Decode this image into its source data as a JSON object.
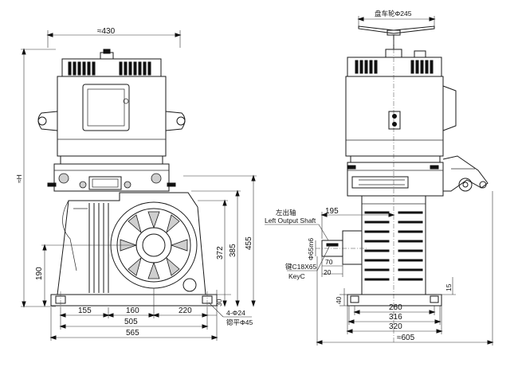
{
  "labels": {
    "top_width": "≈430",
    "height": "≈H",
    "h455": "455",
    "h385": "385",
    "h372": "372",
    "h190": "190",
    "h30": "30",
    "w155": "155",
    "w160": "160",
    "w220": "220",
    "w505": "505",
    "w565": "565",
    "bolt": "4-Φ24",
    "pad": "锪平Φ45",
    "handwheel": "盘车轮Φ245",
    "shaft_cn": "左出轴",
    "shaft_en": "Left Output Shaft",
    "d195": "195",
    "shaft_dia": "Φ65m6",
    "d70": "70",
    "d20": "20",
    "key_cn": "键C18X65",
    "key_en": "KeyC",
    "h40": "40",
    "h15": "15",
    "w260": "260",
    "w316": "316",
    "w320": "320",
    "w605": "≈605"
  }
}
